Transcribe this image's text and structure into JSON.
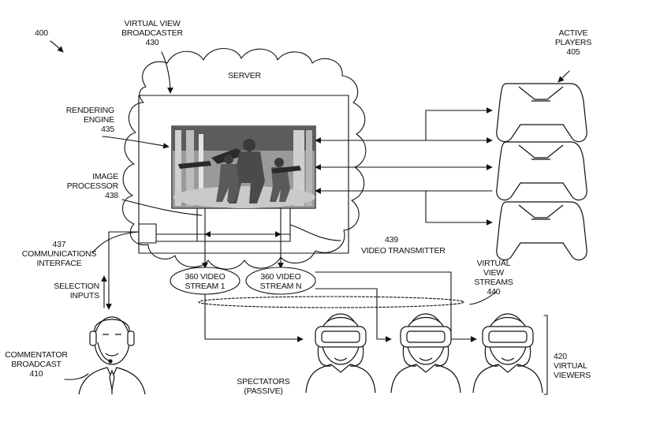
{
  "figure_number": "400",
  "server": {
    "label": "SERVER",
    "broadcaster_line1": "VIRTUAL VIEW",
    "broadcaster_line2": "BROADCASTER",
    "broadcaster_ref": "430"
  },
  "rendering_engine": {
    "line1": "RENDERING",
    "line2": "ENGINE",
    "ref": "435"
  },
  "image_processor": {
    "line1": "IMAGE",
    "line2": "PROCESSOR",
    "ref": "438"
  },
  "communications_interface": {
    "ref": "437",
    "line1": "COMMUNICATIONS",
    "line2": "INTERFACE"
  },
  "video_transmitter": {
    "ref": "439",
    "label": "VIDEO TRANSMITTER"
  },
  "streams": [
    {
      "line1": "360 VIDEO",
      "line2": "STREAM 1"
    },
    {
      "line1": "360 VIDEO",
      "line2": "STREAM N"
    }
  ],
  "virtual_view_streams": {
    "line1": "VIRTUAL",
    "line2": "VIEW",
    "line3": "STREAMS",
    "ref": "440"
  },
  "active_players": {
    "line1": "ACTIVE",
    "line2": "PLAYERS",
    "ref": "405"
  },
  "selection_inputs": {
    "line1": "SELECTION",
    "line2": "INPUTS"
  },
  "commentator": {
    "line1": "COMMENTATOR",
    "line2": "BROADCAST",
    "ref": "410"
  },
  "spectators": {
    "line1": "SPECTATORS",
    "line2": "(PASSIVE)"
  },
  "virtual_viewers": {
    "ref": "420",
    "line1": "VIRTUAL",
    "line2": "VIEWERS"
  }
}
